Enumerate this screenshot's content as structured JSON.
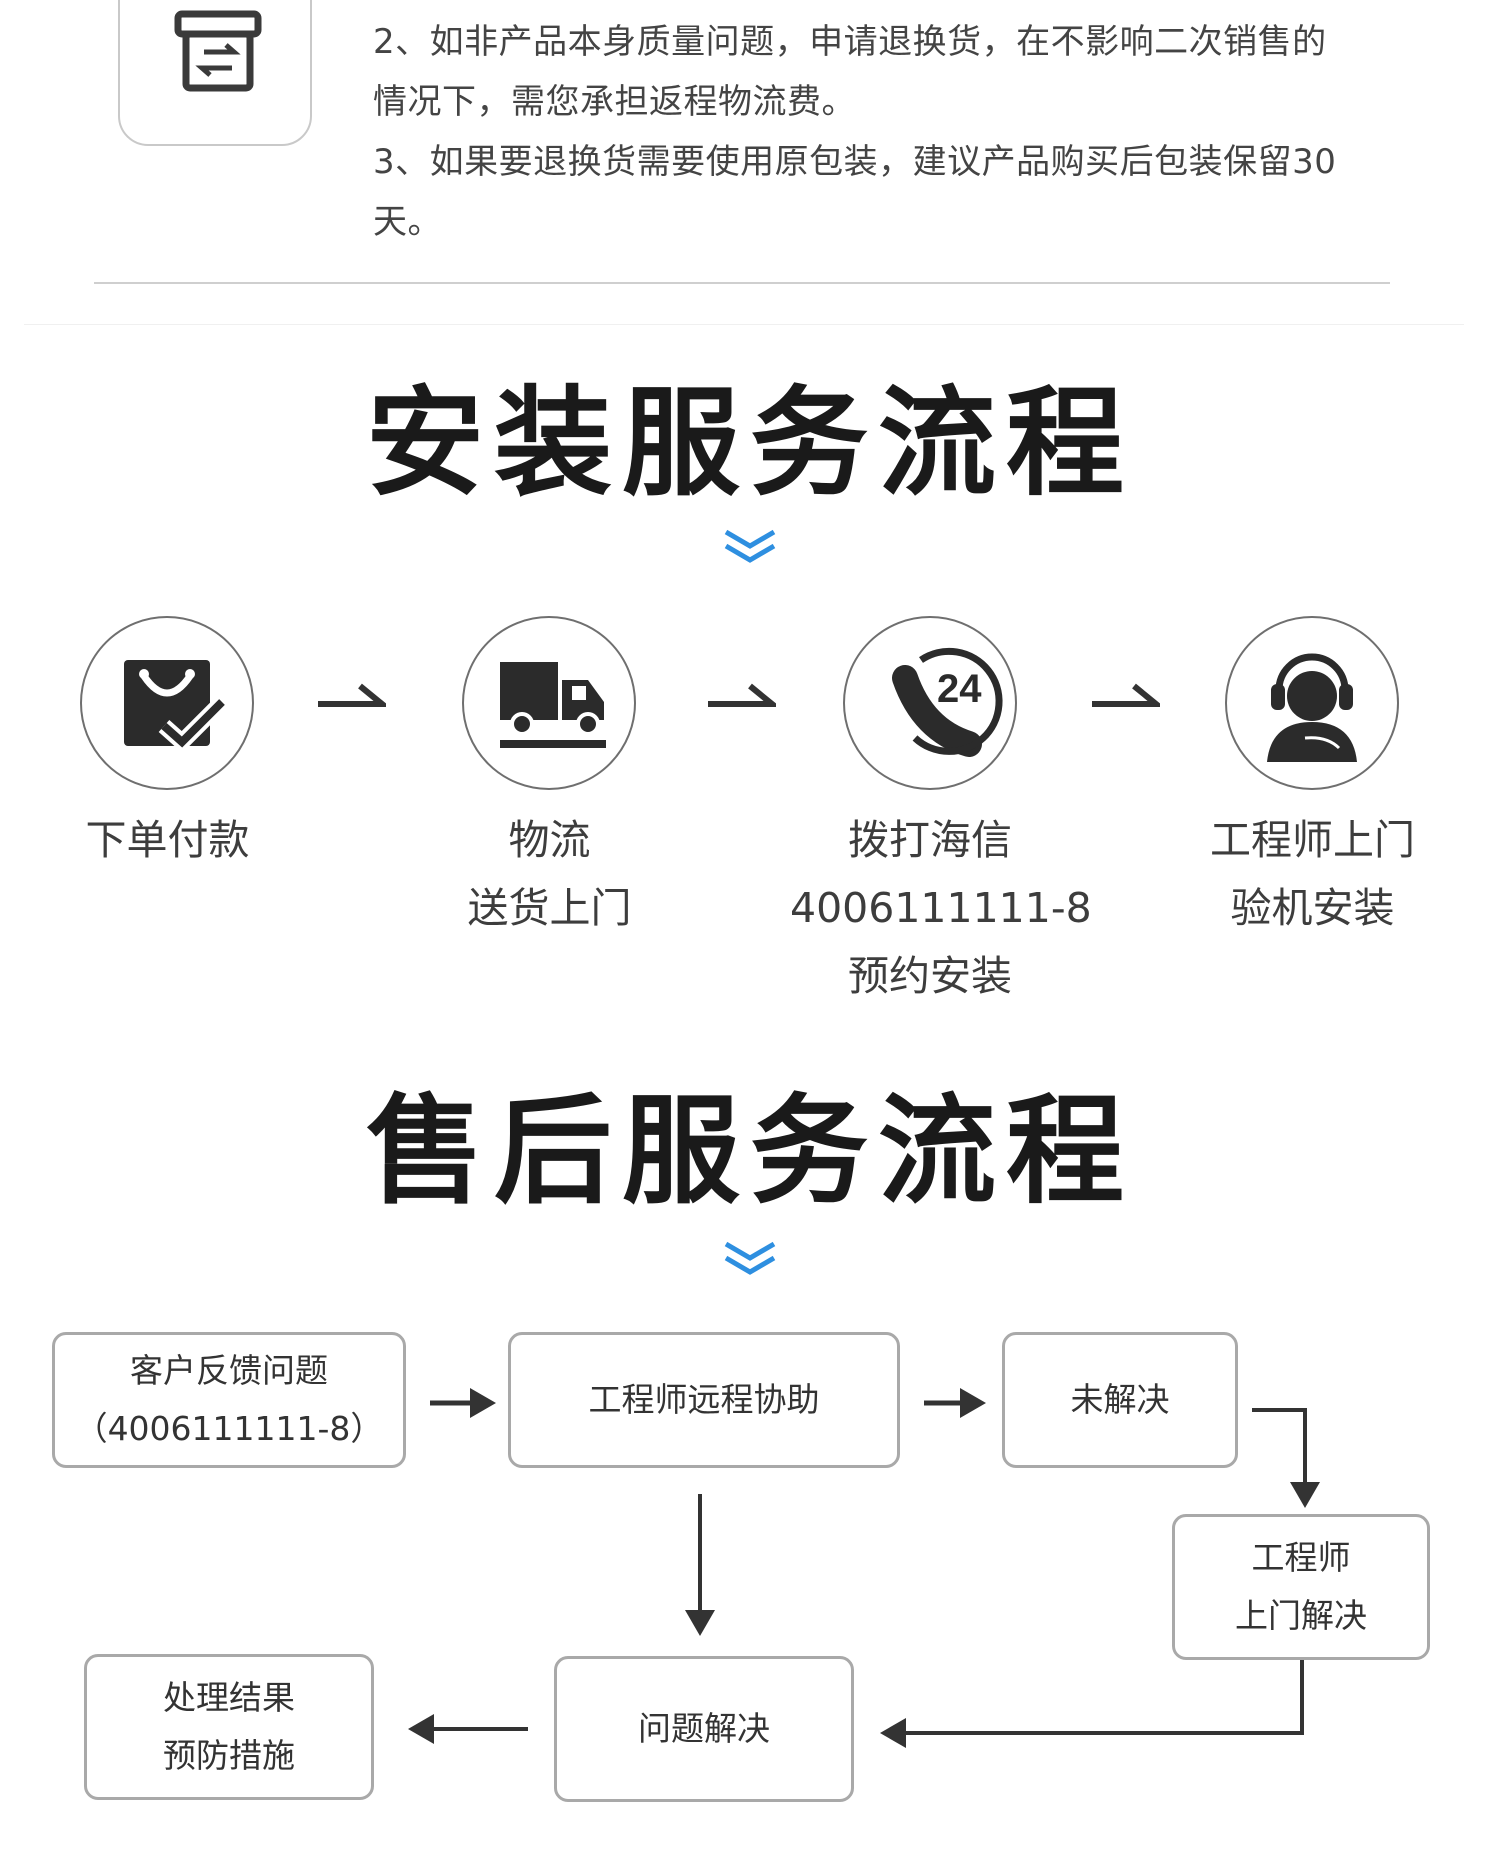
{
  "policy": {
    "line2a": "2、如非产品本身质量问题，申请退换货，在不影响二次销售的",
    "line2b": "情况下，需您承担返程物流费。",
    "line3a": "3、如果要退换货需要使用原包装，建议产品购买后包装保留30",
    "line3b": "天。",
    "icon": "return-exchange-box-icon"
  },
  "install": {
    "title": "安装服务流程",
    "steps": [
      {
        "icon": "shopping-bag-check-icon",
        "lines": [
          "下单付款"
        ]
      },
      {
        "icon": "delivery-truck-icon",
        "lines": [
          "物流",
          "送货上门"
        ]
      },
      {
        "icon": "phone-24-hour-icon",
        "lines": [
          "拨打海信",
          "4006111111-8",
          "预约安装"
        ]
      },
      {
        "icon": "engineer-headset-icon",
        "lines": [
          "工程师上门",
          "验机安装"
        ]
      }
    ]
  },
  "aftersales": {
    "title": "售后服务流程",
    "boxes": {
      "feedback": [
        "客户反馈问题",
        "（4006111111-8）"
      ],
      "remote": [
        "工程师远程协助"
      ],
      "unsolved": [
        "未解决"
      ],
      "onsite": [
        "工程师",
        "上门解决"
      ],
      "solved": [
        "问题解决"
      ],
      "result": [
        "处理结果",
        "预防措施"
      ]
    }
  },
  "colors": {
    "chevron": "#2e8fe0",
    "icon_fill": "#2b2b2b",
    "arrow": "#333333",
    "box_border": "#a9a9a9"
  }
}
